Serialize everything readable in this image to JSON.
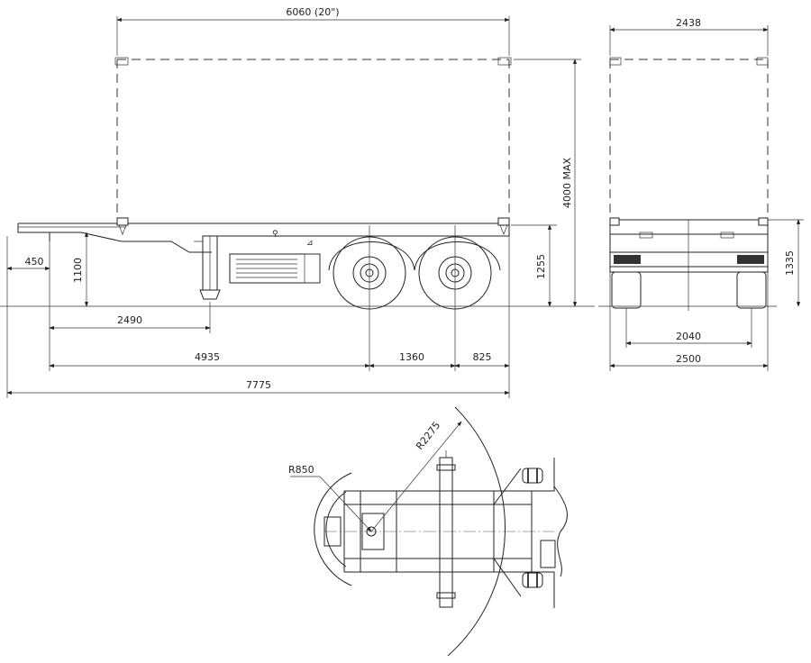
{
  "dimensions": {
    "container_length": "6060 (20\")",
    "container_width": "2438",
    "max_height": "4000 MAX",
    "frame_height": "1255",
    "rear_height": "1335",
    "king_pin_offset": "450",
    "coupling_height": "1100",
    "landing_gear": "2490",
    "to_axle": "4935",
    "axle_spacing": "1360",
    "rear_overhang": "825",
    "overall_length": "7775",
    "track": "2040",
    "overall_width": "2500",
    "front_radius": "R850",
    "swing_radius": "R2275"
  },
  "colors": {
    "line": "#222222",
    "background": "#ffffff"
  }
}
